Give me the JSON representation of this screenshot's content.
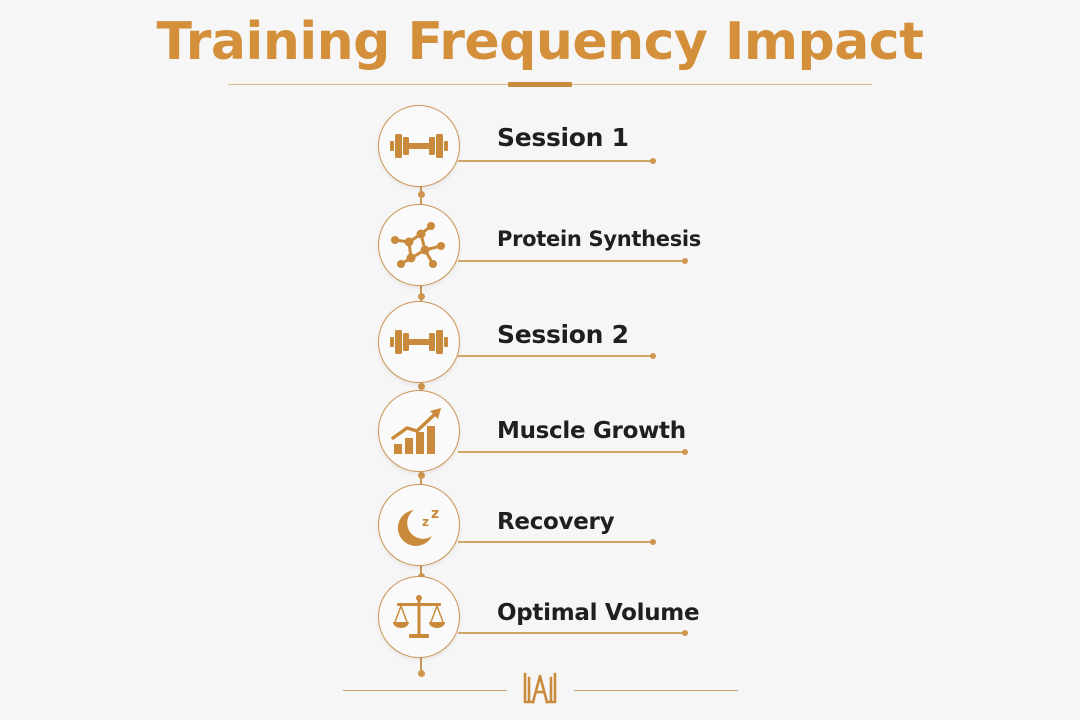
{
  "title": "Training Frequency Impact",
  "accent_color": "#d48f3a",
  "steps": [
    {
      "label": "Session 1",
      "icon": "dumbbell-icon"
    },
    {
      "label": "Protein Synthesis",
      "icon": "molecule-icon"
    },
    {
      "label": "Session 2",
      "icon": "dumbbell-icon"
    },
    {
      "label": "Muscle Growth",
      "icon": "growth-chart-icon"
    },
    {
      "label": "Recovery",
      "icon": "moon-sleep-icon"
    },
    {
      "label": "Optimal Volume",
      "icon": "balance-scale-icon"
    }
  ],
  "footer": {
    "logo": "monogram-logo"
  }
}
